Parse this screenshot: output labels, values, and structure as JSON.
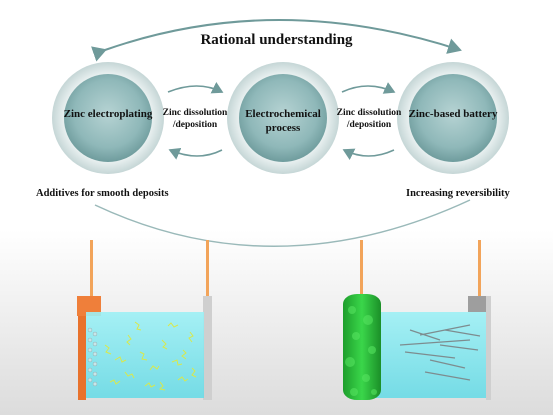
{
  "title": "Rational understanding",
  "circles": [
    {
      "label": "Zinc electroplating"
    },
    {
      "label": "Electrochemical process"
    },
    {
      "label": "Zinc-based battery"
    }
  ],
  "arrow_labels": [
    {
      "label": "Zinc dissolution /deposition"
    },
    {
      "label": "Zinc dissolution /deposition"
    }
  ],
  "left_caption": "Additives for smooth deposits",
  "right_caption": "Increasing reversibility",
  "colors": {
    "circle_fill": "#9fc3c4",
    "circle_ring": "#d9e6e6",
    "arrow": "#6f9a9a",
    "electrolyte": "#7fe3ec",
    "electrode_orange": "#e8722c",
    "wire": "#f2a45a",
    "zinc_dendrite": "#2fc93c",
    "deposit_yellow": "#d9e84a"
  }
}
